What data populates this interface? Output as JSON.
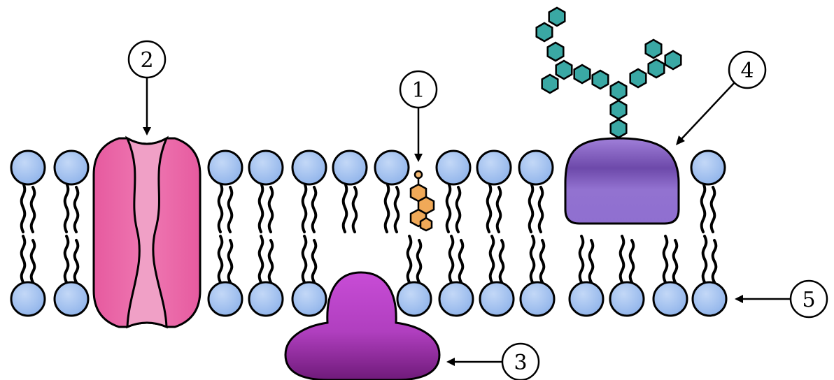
{
  "diagram": {
    "labels": [
      {
        "id": "cholesterol",
        "number": "1"
      },
      {
        "id": "channel-protein",
        "number": "2"
      },
      {
        "id": "peripheral-protein",
        "number": "3"
      },
      {
        "id": "glycoprotein",
        "number": "4"
      },
      {
        "id": "phospholipid",
        "number": "5"
      }
    ],
    "colors": {
      "head": "#9dbff0",
      "head_dark": "#5f8ed8",
      "channel": "#ec6aa8",
      "channel_pore": "#f3a3c9",
      "peripheral_light": "#cc50d6",
      "peripheral_dark": "#7a1f84",
      "glyco_light": "#9a78d4",
      "glyco_dark": "#6a47a8",
      "sugar": "#3aa8a4",
      "cholesterol": "#f0a958",
      "outline": "#000000"
    },
    "icons": {
      "channel": "channel-protein-icon",
      "peripheral": "peripheral-protein-icon",
      "glyco": "glycoprotein-icon",
      "sugar": "carbohydrate-chain-icon",
      "cholesterol": "cholesterol-icon",
      "phospholipid": "phospholipid-icon"
    }
  }
}
